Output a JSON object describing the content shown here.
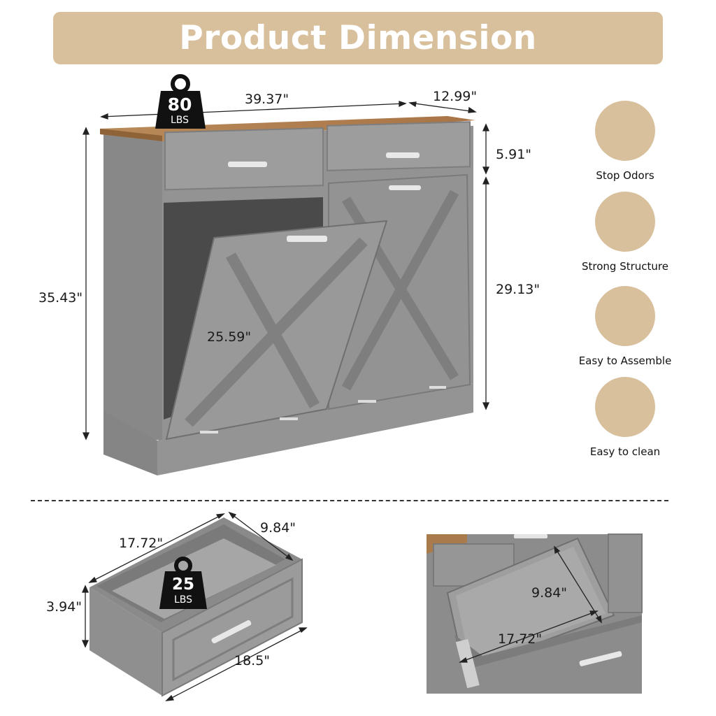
{
  "title": "Product Dimension",
  "cabinet": {
    "width": "39.37\"",
    "depth": "12.99\"",
    "height": "35.43\"",
    "drawer_height": "5.91\"",
    "door_height": "29.13\"",
    "bin_height": "25.59\"",
    "weight_value": "80",
    "weight_unit": "LBS"
  },
  "features": [
    {
      "label": "Stop Odors",
      "icon": "recycle-tree-icon"
    },
    {
      "label": "Strong Structure",
      "icon": "molecule-structure-icon"
    },
    {
      "label": "Easy to Assemble",
      "icon": "wrench-screwdriver-icon"
    },
    {
      "label": "Easy to clean",
      "icon": "hand-wipe-icon"
    }
  ],
  "drawer": {
    "width": "17.72\"",
    "depth": "9.84\"",
    "height": "3.94\"",
    "front_width": "18.5\"",
    "weight_value": "25",
    "weight_unit": "LBS"
  },
  "bin_detail": {
    "depth": "9.84\"",
    "width": "17.72\""
  },
  "colors": {
    "accent": "#d8c09d",
    "cabinet_gray": "#8e8e8e",
    "top_wood": "#b07f4f"
  }
}
